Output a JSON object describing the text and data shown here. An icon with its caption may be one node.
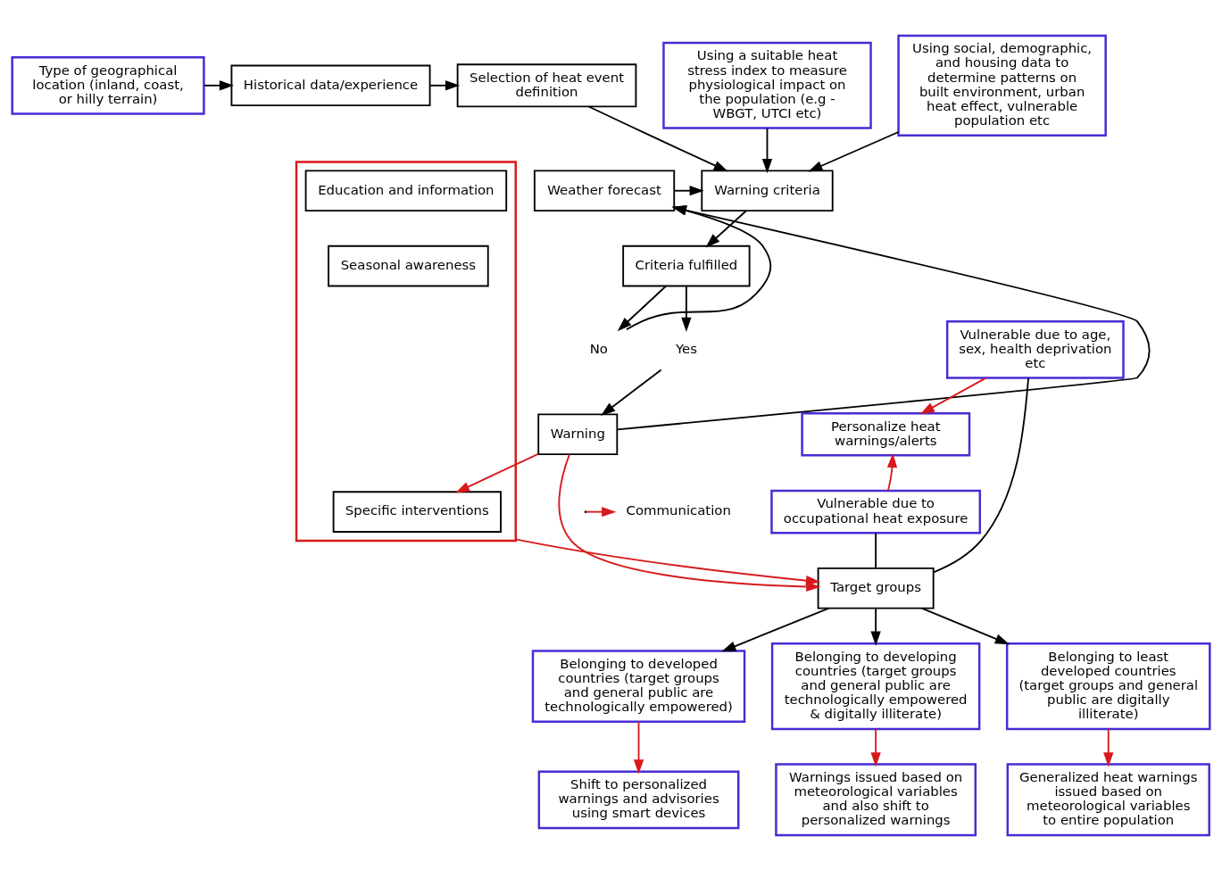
{
  "diagram": {
    "nodes": [
      {
        "text": [
          "Type of geographical location (inland, coast, or hilly terrain)"
        ]
      },
      {
        "text": [
          "Historical data/experience"
        ]
      },
      {
        "text": [
          "Selection of heat event definition"
        ]
      },
      {
        "text": [],
        "shape": "box"
      },
      {
        "text": [
          "Education and information"
        ],
        "in": 3
      },
      {
        "text": [
          "Seasonal awareness"
        ],
        "in": 3
      },
      {
        "text": [
          "Specific interventions"
        ],
        "in": 3
      },
      {
        "text": [
          "Using a suitable heat stress index to measure physiological impact on the population (e.g - WBGT, UTCI etc)"
        ]
      },
      {
        "text": [
          "Weather forecast"
        ]
      },
      {
        "text": [
          "Warning criteria"
        ]
      },
      {
        "text": [
          "Using social, demographic, and housing data to determine patterns on built environment, urban heat effect, vulnerable population etc"
        ]
      },
      {
        "text": [
          "Criteria fulfilled"
        ]
      },
      {
        "text": [
          "Yes"
        ]
      },
      {
        "text": [
          "No"
        ]
      },
      {
        "text": [
          "Warning"
        ]
      },
      {
        "text": [
          "Vulnerable due to age, sex, health deprivation etc"
        ]
      },
      {
        "text": [
          "Personalize heat warnings/alerts"
        ]
      },
      {
        "text": [
          "Vulnerable due to occupational heat exposure"
        ]
      },
      {
        "text": [
          "Target groups"
        ]
      },
      {
        "text": [
          "Belonging to developed countries (target groups and general public are technologically empowered)"
        ]
      },
      {
        "text": [
          "Belonging to developing countries (target groups and general public are technologically empowered & digitally illiterate)"
        ]
      },
      {
        "text": [
          "Belonging to least developed countries (target groups and general public are digitally illiterate)"
        ]
      },
      {
        "text": [
          "Shift to personalized warnings and advisories using smart devices"
        ]
      },
      {
        "text": [
          "Warnings issued based on meteorological variables and also shift to personalized warnings"
        ]
      },
      {
        "text": [
          "Generalized heat warnings issued based on meteorological variables to entire population"
        ]
      }
    ],
    "edges": [
      {
        "from": 0,
        "to": 1,
        "arrow": "to"
      },
      {
        "from": 1,
        "to": 2,
        "arrow": "to"
      },
      {
        "from": 2,
        "to": 9,
        "arrow": "to"
      },
      {
        "from": 7,
        "to": 9,
        "arrow": "to"
      },
      {
        "from": 10,
        "to": 9,
        "arrow": "to"
      },
      {
        "from": 8,
        "to": 9,
        "arrow": "to"
      },
      {
        "from": 9,
        "to": 11,
        "arrow": "to"
      },
      {
        "from": 11,
        "to": 12,
        "arrow": "to"
      },
      {
        "from": 11,
        "to": 13,
        "arrow": "to"
      },
      {
        "from": 12,
        "to": 14,
        "arrow": "to"
      },
      {
        "from": 14,
        "to": 8,
        "arrow": "to"
      },
      {
        "from": 13,
        "to": 8,
        "arrow": "to"
      },
      {
        "from": 14,
        "to": 6,
        "arrow": "to",
        "color": "#d7191c"
      },
      {
        "from": 14,
        "to": 18,
        "arrow": "to",
        "color": "#d7191c"
      },
      {
        "from": 3,
        "to": 18,
        "arrow": "to",
        "color": "#d7191c"
      },
      {
        "from": 15,
        "to": 16,
        "arrow": "to",
        "color": "#d7191c"
      },
      {
        "from": 17,
        "to": 16,
        "arrow": "to",
        "color": "#d7191c"
      },
      {
        "from": 15,
        "to": 18,
        "arrow": "none"
      },
      {
        "from": 17,
        "to": 18,
        "arrow": "none"
      },
      {
        "from": 18,
        "to": 19,
        "arrow": "to"
      },
      {
        "from": 18,
        "to": 20,
        "arrow": "to"
      },
      {
        "from": 18,
        "to": 21,
        "arrow": "to"
      },
      {
        "from": 19,
        "to": 22,
        "arrow": "to",
        "color": "#d7191c"
      },
      {
        "from": 20,
        "to": 23,
        "arrow": "to",
        "color": "#d7191c"
      },
      {
        "from": 21,
        "to": 24,
        "arrow": "to",
        "color": "#d7191c"
      }
    ],
    "legend": [
      {
        "text": "Communication"
      }
    ]
  }
}
